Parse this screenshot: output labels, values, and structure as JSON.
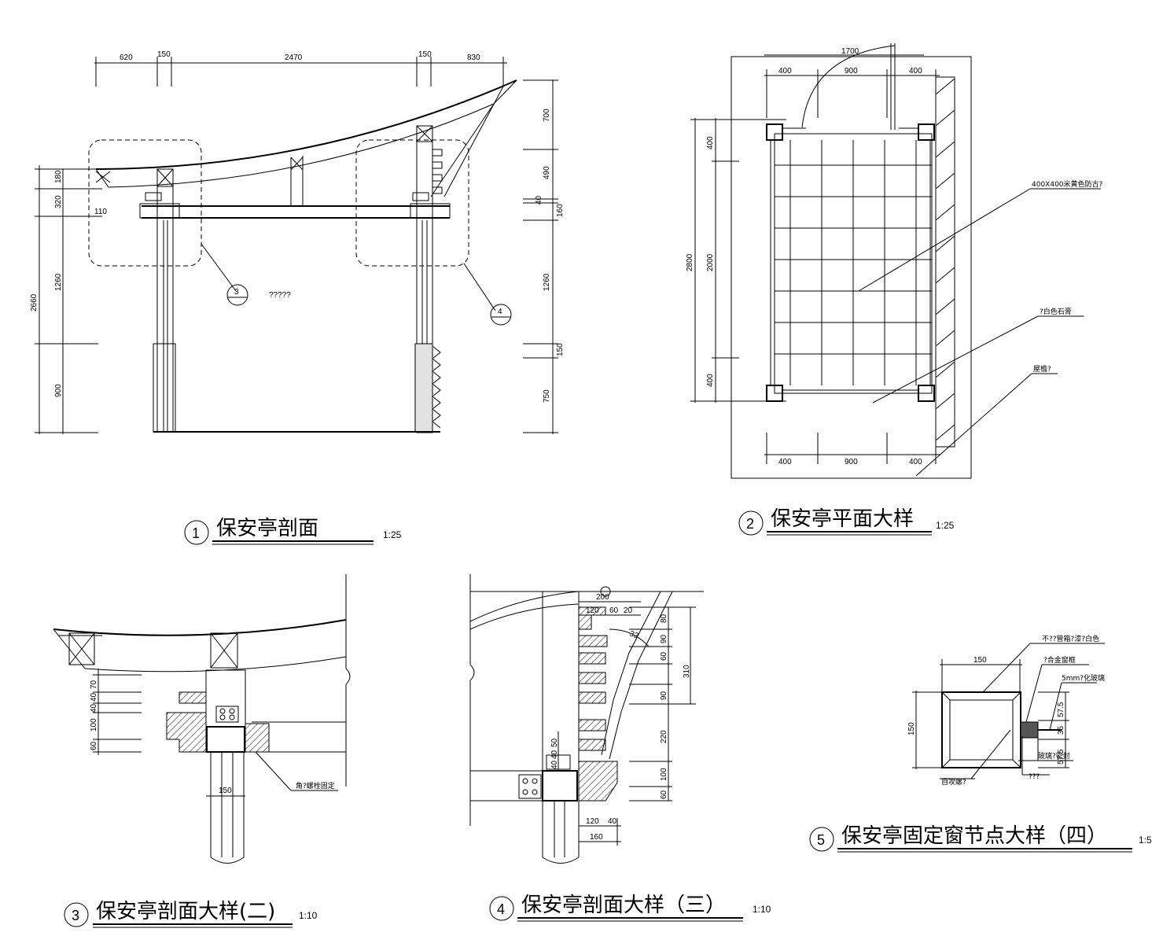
{
  "views": {
    "v1": {
      "number": "1",
      "title": "保安亭剖面",
      "scale": "1:25",
      "note": "?????",
      "callout3": "3",
      "callout4": "4",
      "dims_top": [
        "620",
        "150",
        "2470",
        "150",
        "830"
      ],
      "dims_left": [
        "180",
        "320",
        "1260",
        "900",
        "2660",
        "110"
      ],
      "dims_right": [
        "700",
        "490",
        "40",
        "160",
        "1260",
        "150",
        "750"
      ]
    },
    "v2": {
      "number": "2",
      "title": "保安亭平面大样",
      "scale": "1:25",
      "dims_top": [
        "1700",
        "400",
        "900",
        "400"
      ],
      "dims_bottom": [
        "400",
        "900",
        "400"
      ],
      "dims_left": [
        "2800",
        "400",
        "2000",
        "400"
      ],
      "labels": [
        "400X400米黄色防古?",
        "?白色石膏",
        "屋檐?"
      ]
    },
    "v3": {
      "number": "3",
      "title": "保安亭剖面大样(二)",
      "scale": "1:10",
      "dims": [
        "70",
        "40",
        "40",
        "100",
        "60",
        "150"
      ],
      "label": "角?螺栓固定"
    },
    "v4": {
      "number": "4",
      "title": "保安亭剖面大样（三）",
      "scale": "1:10",
      "dims_top": [
        "200",
        "120",
        "60",
        "20",
        "32"
      ],
      "dims_right": [
        "80",
        "90",
        "60",
        "90",
        "310",
        "220",
        "100",
        "60"
      ],
      "dims_left": [
        "40",
        "40",
        "50"
      ],
      "dims_bottom": [
        "120",
        "40",
        "160"
      ]
    },
    "v5": {
      "number": "5",
      "title": "保安亭固定窗节点大样（四）",
      "scale": "1:5",
      "dims": [
        "150",
        "150",
        "57.5",
        "35",
        "57.5"
      ],
      "labels": [
        "不??管箱?漆?白色",
        "?合金窗框",
        "5mm?化玻璃",
        "玻璃?密封",
        "自攻螺?",
        "???"
      ]
    }
  }
}
